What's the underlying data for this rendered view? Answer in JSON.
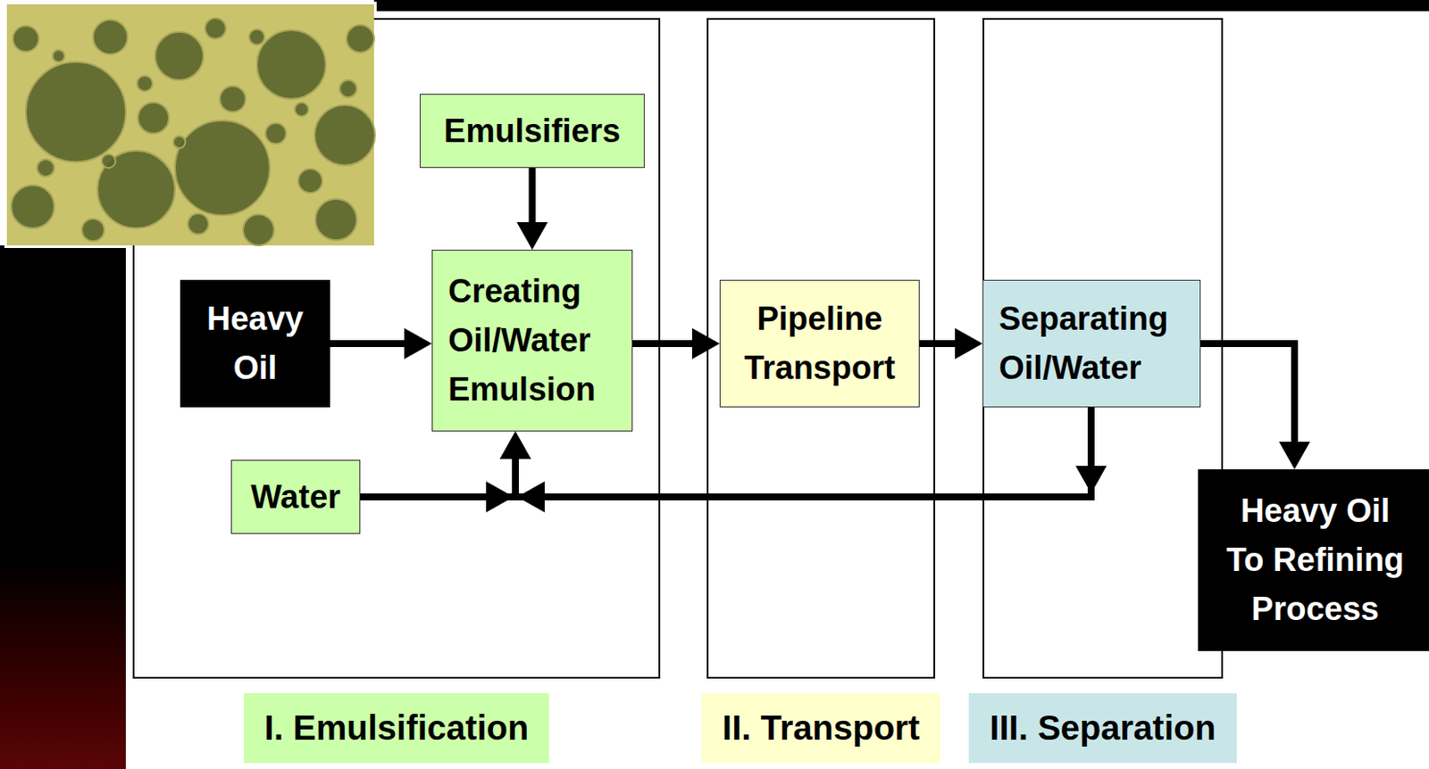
{
  "diagram": {
    "nodes": [
      {
        "text": [
          "I. Emulsification"
        ]
      },
      {
        "text": [
          "Emulsifiers"
        ],
        "in": 0
      },
      {
        "text": [
          "Heavy Oil"
        ],
        "in": 0
      },
      {
        "text": [
          "Creating Oil/Water Emulsion"
        ],
        "in": 0
      },
      {
        "text": [
          "Water"
        ],
        "in": 0
      },
      {
        "text": [
          "II. Transport"
        ]
      },
      {
        "text": [
          "Pipeline Transport"
        ],
        "in": 5
      },
      {
        "text": [
          "III. Separation"
        ]
      },
      {
        "text": [
          "Separating Oil/Water"
        ],
        "in": 7
      },
      {
        "text": [
          "Heavy Oil To Refining Process"
        ]
      }
    ],
    "edges": [
      {
        "from": 1,
        "to": 3,
        "arrow": "to"
      },
      {
        "from": 2,
        "to": 3,
        "arrow": "to"
      },
      {
        "from": 4,
        "to": 3,
        "arrow": "to"
      },
      {
        "from": 3,
        "to": 6,
        "arrow": "to"
      },
      {
        "from": 6,
        "to": 8,
        "arrow": "to"
      },
      {
        "from": 8,
        "to": 9,
        "arrow": "to"
      },
      {
        "from": 8,
        "to": 3,
        "arrow": "to"
      }
    ]
  }
}
